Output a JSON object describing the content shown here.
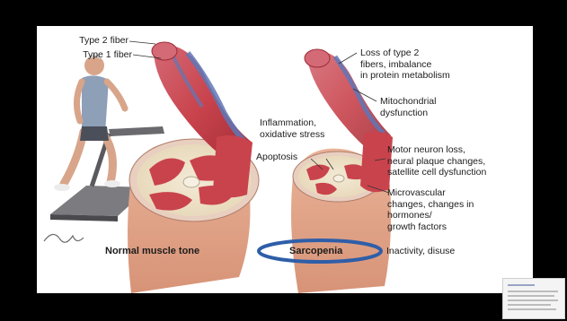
{
  "figure": {
    "left_labels": {
      "type2": "Type 2 fiber",
      "type1": "Type 1 fiber",
      "caption": "Normal muscle tone"
    },
    "right_labels": {
      "loss": [
        "Loss of type 2",
        "fibers, imbalance",
        "in protein metabolism"
      ],
      "mito": [
        "Mitochondrial",
        "dysfunction"
      ],
      "inflam": [
        "Inflammation,",
        "oxidative stress"
      ],
      "apoptosis": "Apoptosis",
      "motor": [
        "Motor neuron loss,",
        "neural plaque changes,",
        "satellite cell dysfunction"
      ],
      "micro": [
        "Microvascular",
        "changes, changes in",
        "hormones/",
        "growth factors"
      ],
      "inactivity": "Inactivity, disuse",
      "caption": "Sarcopenia"
    }
  },
  "colors": {
    "muscle": "#c9434c",
    "muscle_dark": "#a5303a",
    "fiber_blue": "#5f77b7",
    "skin": "#e3a788",
    "highlight_oval": "#2f5ea8"
  }
}
